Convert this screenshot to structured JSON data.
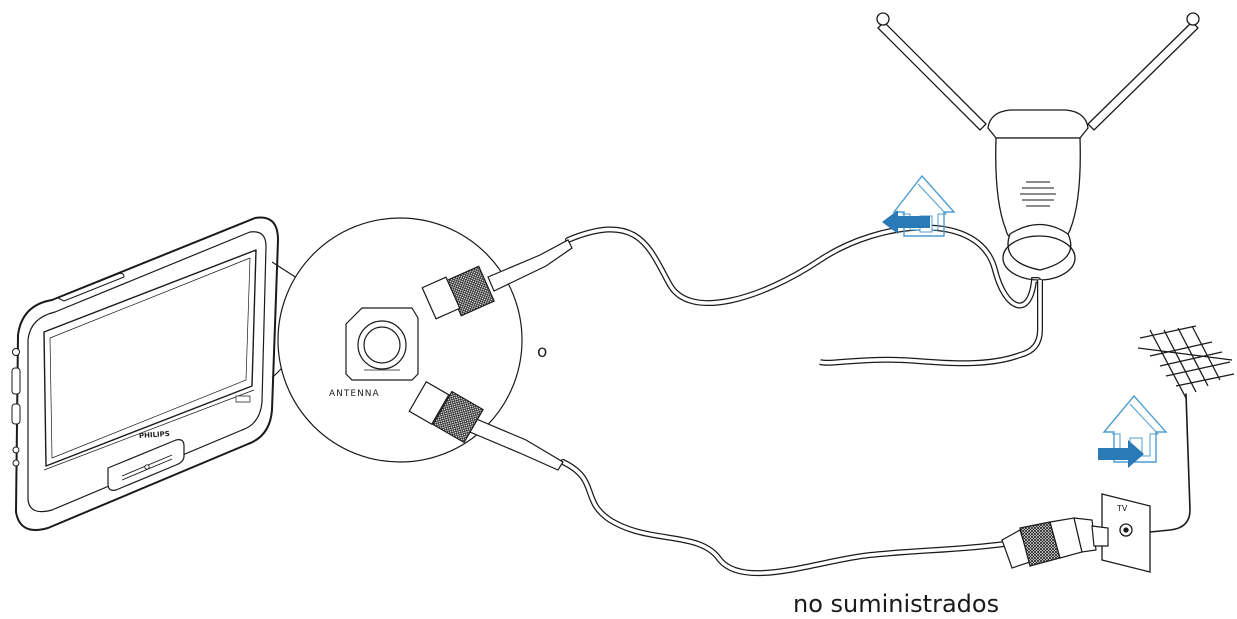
{
  "labels": {
    "antenna_port": "ANTENNA",
    "or_marker": "o",
    "tv_socket": "TV",
    "brand": "PHILIPS",
    "caption": "no suministrados"
  },
  "icons": {
    "indoor": "house-arrow-left-icon",
    "outdoor": "house-arrow-right-icon"
  },
  "colors": {
    "arrow_blue": "#2a7ab8",
    "house_outline": "#4d9dd0",
    "line": "#1a1a1a"
  }
}
